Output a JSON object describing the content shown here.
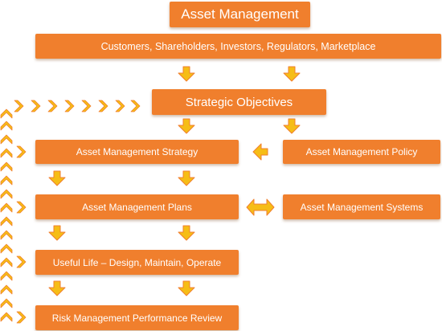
{
  "diagram": {
    "title": "Asset Management",
    "stakeholders": "Customers, Shareholders, Investors, Regulators, Marketplace",
    "strategic_objectives": "Strategic Objectives",
    "am_strategy": "Asset Management Strategy",
    "am_policy": "Asset Management Policy",
    "am_plans": "Asset Management Plans",
    "am_systems": "Asset Management Systems",
    "useful_life": "Useful Life – Design, Maintain, Operate",
    "risk_review": "Risk Management Performance Review"
  },
  "colors": {
    "box_fill": "#f07f2d",
    "box_text": "#ffffff",
    "arrow_fill": "#f6bd16",
    "arrow_stroke": "#f07f2d"
  }
}
